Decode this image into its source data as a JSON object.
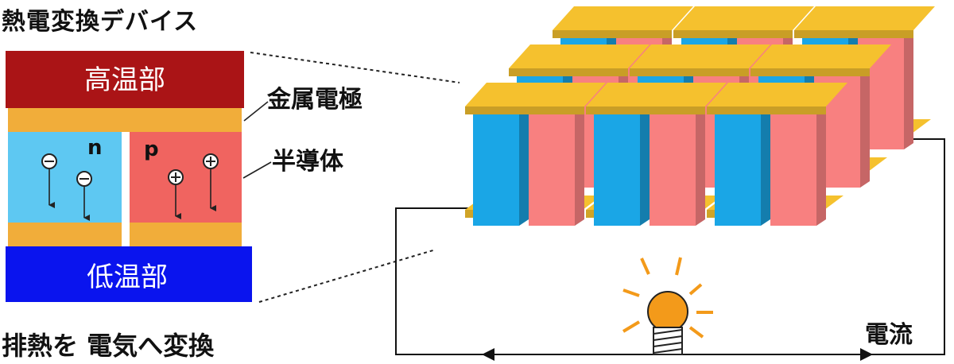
{
  "title": "熱電変換デバイス",
  "caption": "排熱を 電気へ変換",
  "cross_section": {
    "hot_label": "高温部",
    "cold_label": "低温部",
    "n_label": "n",
    "p_label": "p",
    "electron_symbol": "⊖",
    "hole_symbol": "⊕"
  },
  "labels": {
    "electrode": "金属電極",
    "semiconductor": "半導体",
    "current": "電流"
  },
  "colors": {
    "hot": "#aa1416",
    "cold": "#0a14ee",
    "electrode": "#f1ad3a",
    "n_type": "#5ec8f2",
    "p_type": "#f06460",
    "module_cap": "#f5c12e",
    "module_n": "#1aa6e6",
    "module_p": "#f88080",
    "bulb": "#f39a1a"
  }
}
